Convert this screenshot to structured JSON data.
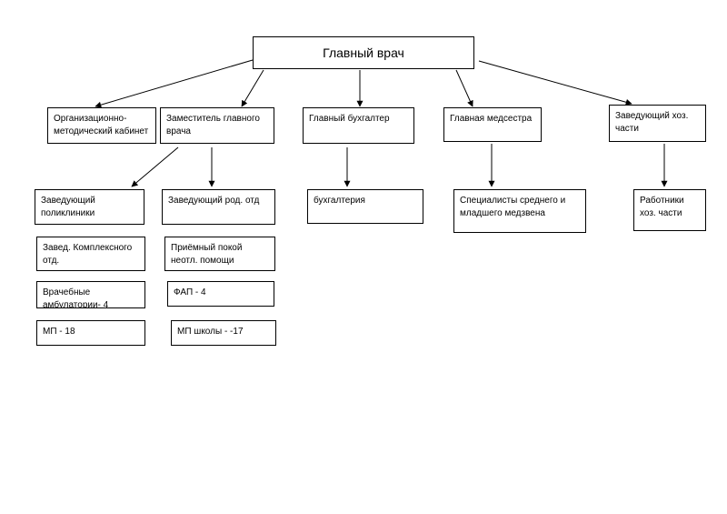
{
  "diagram": {
    "nodes": [
      {
        "id": "n-root",
        "label": "Главный врач"
      },
      {
        "id": "n-org",
        "label": "Организационно-методический  кабинет"
      },
      {
        "id": "n-zam",
        "label": "Заместитель главного врача"
      },
      {
        "id": "n-buh",
        "label": "Главный бухгалтер"
      },
      {
        "id": "n-med",
        "label": "Главная медсестра"
      },
      {
        "id": "n-hoz",
        "label": "Заведующий хоз. части"
      },
      {
        "id": "n-pol",
        "label": "Заведующий поликлиники"
      },
      {
        "id": "n-rod",
        "label": "Заведующий род. отд"
      },
      {
        "id": "n-buhg",
        "label": "бухгалтерия"
      },
      {
        "id": "n-spec",
        "label": "Специалисты среднего и младшего медзвена"
      },
      {
        "id": "n-rab",
        "label": "Работники хоз. части"
      },
      {
        "id": "n-kompl",
        "label": "Завед. Комплексного отд."
      },
      {
        "id": "n-amb",
        "label": "Врачебные амбулатории- 4"
      },
      {
        "id": "n-mp18",
        "label": "МП - 18"
      },
      {
        "id": "n-priem",
        "label": "Приёмный покой неотл. помощи"
      },
      {
        "id": "n-fap",
        "label": "ФАП - 4"
      },
      {
        "id": "n-mpshk",
        "label": "МП школы - -17"
      }
    ],
    "edges": [
      {
        "from": "n-root",
        "to": "n-org"
      },
      {
        "from": "n-root",
        "to": "n-zam"
      },
      {
        "from": "n-root",
        "to": "n-buh"
      },
      {
        "from": "n-root",
        "to": "n-med"
      },
      {
        "from": "n-root",
        "to": "n-hoz"
      },
      {
        "from": "n-zam",
        "to": "n-pol"
      },
      {
        "from": "n-zam",
        "to": "n-rod"
      },
      {
        "from": "n-buh",
        "to": "n-buhg"
      },
      {
        "from": "n-med",
        "to": "n-spec"
      },
      {
        "from": "n-hoz",
        "to": "n-rab"
      }
    ]
  }
}
